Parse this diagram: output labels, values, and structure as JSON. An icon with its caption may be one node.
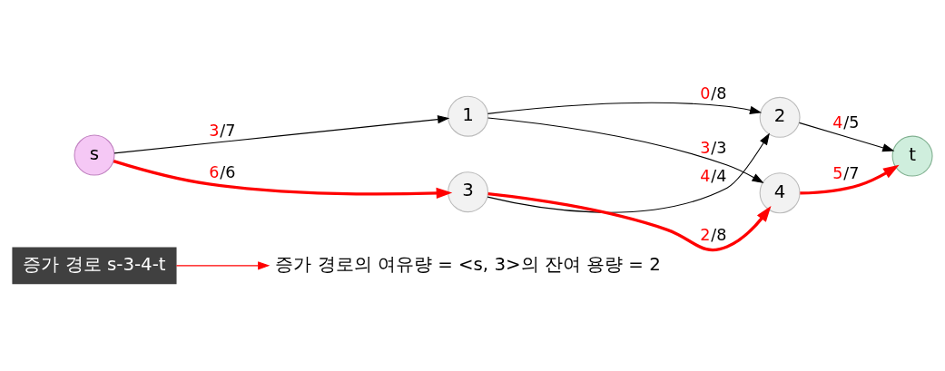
{
  "diagram": {
    "nodes": [
      {
        "text": [
          "증가 경로 s-3-4-t"
        ]
      },
      {
        "text": [
          "증가 경로의 여유량 = <s, 3>의 잔여 용량 = 2"
        ]
      },
      {
        "text": [
          "s"
        ]
      },
      {
        "text": [
          "1"
        ]
      },
      {
        "text": [
          "2"
        ]
      },
      {
        "text": [
          "3"
        ]
      },
      {
        "text": [
          "4"
        ]
      },
      {
        "text": [
          "t"
        ]
      }
    ],
    "edges": [
      {
        "from": 0,
        "to": 1,
        "arrow": "to",
        "color": "#ff0000"
      },
      {
        "from": 2,
        "to": 3,
        "arrow": "to",
        "label": "3/7"
      },
      {
        "from": 2,
        "to": 5,
        "arrow": "to",
        "label": "6/6",
        "style": "thick",
        "color": "#ff0000"
      },
      {
        "from": 3,
        "to": 4,
        "arrow": "to",
        "label": "0/8"
      },
      {
        "from": 3,
        "to": 6,
        "arrow": "to",
        "label": "3/3"
      },
      {
        "from": 5,
        "to": 4,
        "arrow": "to",
        "label": "4/4"
      },
      {
        "from": 5,
        "to": 6,
        "arrow": "to",
        "label": "2/8",
        "style": "thick",
        "color": "#ff0000"
      },
      {
        "from": 4,
        "to": 7,
        "arrow": "to",
        "label": "4/5"
      },
      {
        "from": 6,
        "to": 7,
        "arrow": "to",
        "label": "5/7",
        "style": "thick",
        "color": "#ff0000"
      }
    ]
  }
}
